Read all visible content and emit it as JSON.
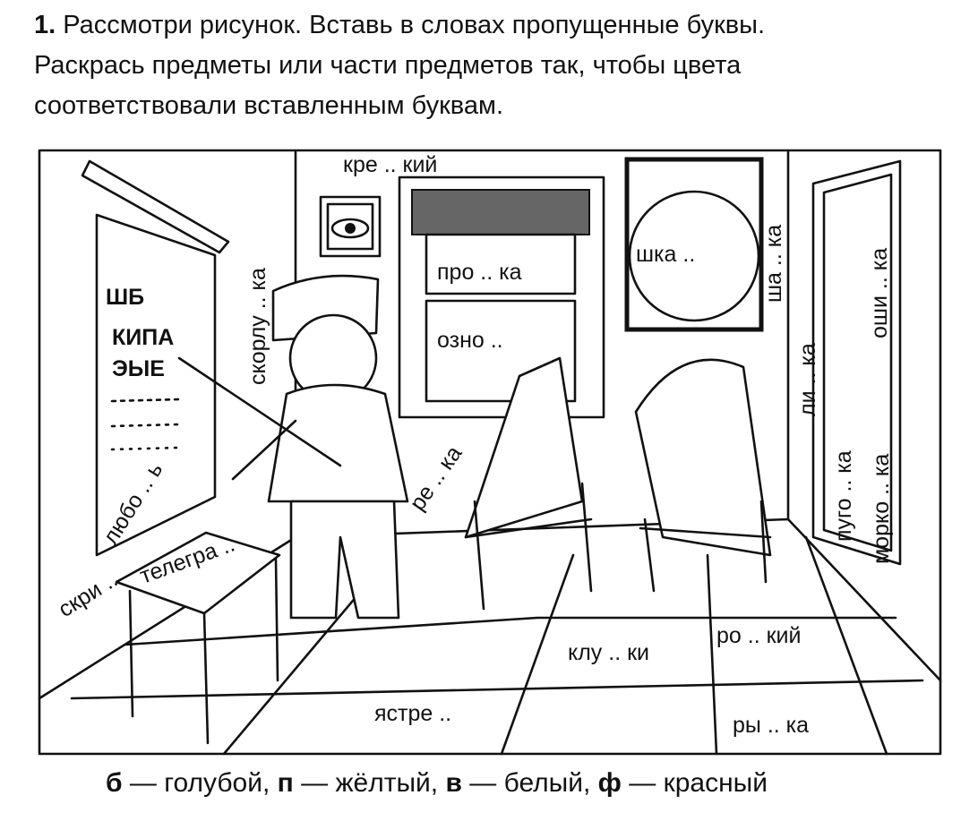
{
  "task": {
    "number": "1.",
    "line1": "Рассмотри рисунок. Вставь в словах пропущенные буквы.",
    "line2": "Раскрась предметы или части предметов так, чтобы цвета",
    "line3": "соответствовали вставленным буквам."
  },
  "words": {
    "kreslo": "кре .. кий",
    "skorlupka": "скорлу .. ка",
    "shkaf": "шка ..",
    "shapka": "ша .. ка",
    "proboчka": "про .. ка",
    "ozno": "озно ..",
    "lipka": "ли .. ка",
    "oshi": "оши .. ка",
    "pugo": "пуго .. ка",
    "morko": "морко .. ка",
    "rebka": "ре .. ка",
    "lyubo": "любо .. ь",
    "skri": "скри ..",
    "telegra": "телегра ..",
    "klu": "клу .. ки",
    "robkiy": "ро .. кий",
    "yastre": "ястре ..",
    "ryбka": "ры .. ка"
  },
  "chart_letters": {
    "row1": "ШБ",
    "row2": "КИПА",
    "row3": "ЭЫЕ"
  },
  "legend": {
    "b": "б",
    "b_color": "— голубой,",
    "p": "п",
    "p_color": "— жёлтый,",
    "v": "в",
    "v_color": "— белый,",
    "f": "ф",
    "f_color": "— красный"
  }
}
